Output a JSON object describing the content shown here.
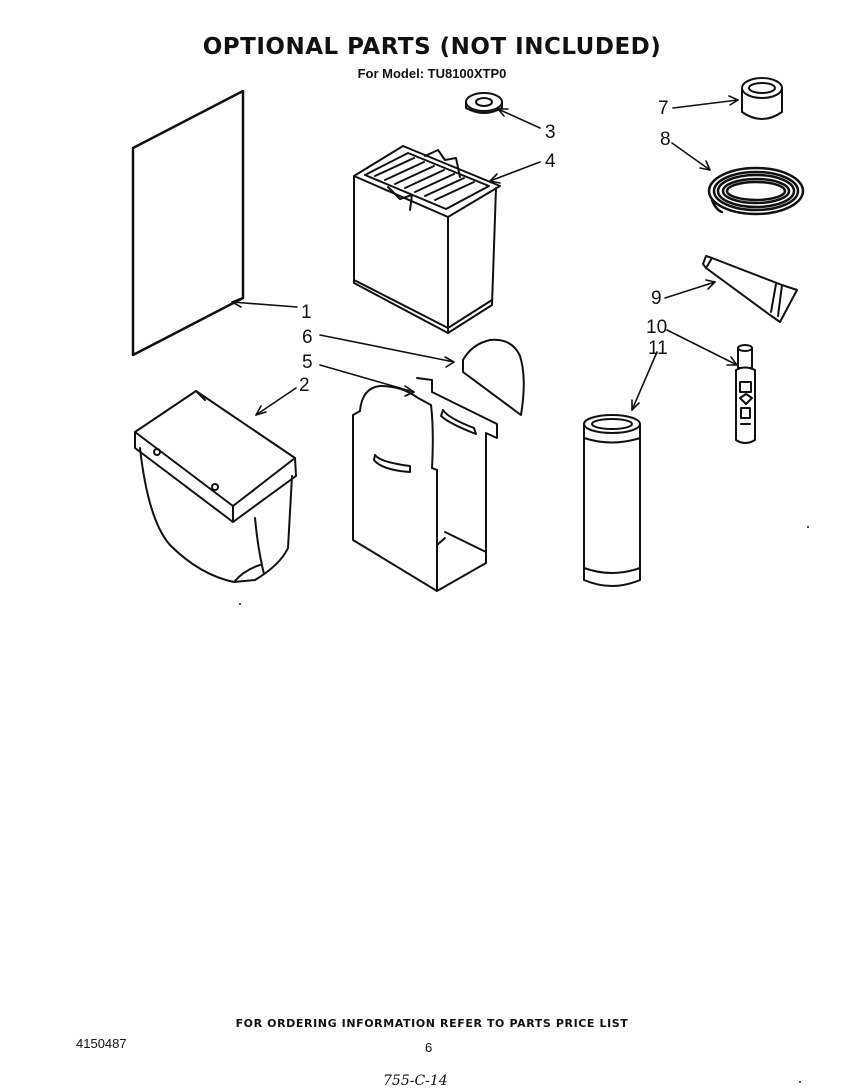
{
  "header": {
    "title": "OPTIONAL PARTS  (NOT INCLUDED)",
    "subtitle": "For Model: TU8100XTP0"
  },
  "parts": [
    {
      "number": "1",
      "name": "panel"
    },
    {
      "number": "2",
      "name": "bag"
    },
    {
      "number": "3",
      "name": "ring"
    },
    {
      "number": "4",
      "name": "filter-box"
    },
    {
      "number": "5",
      "name": "bag-caddy-half"
    },
    {
      "number": "6",
      "name": "caddy-end-panel"
    },
    {
      "number": "7",
      "name": "cup"
    },
    {
      "number": "8",
      "name": "coil"
    },
    {
      "number": "9",
      "name": "tube"
    },
    {
      "number": "10",
      "name": "touch-up-paint"
    },
    {
      "number": "11",
      "name": "spray-can"
    }
  ],
  "footer": {
    "ordering_note": "FOR ORDERING INFORMATION REFER TO PARTS PRICE LIST",
    "doc_number": "4150487",
    "page_number": "6",
    "handwritten": "755-C-14"
  }
}
